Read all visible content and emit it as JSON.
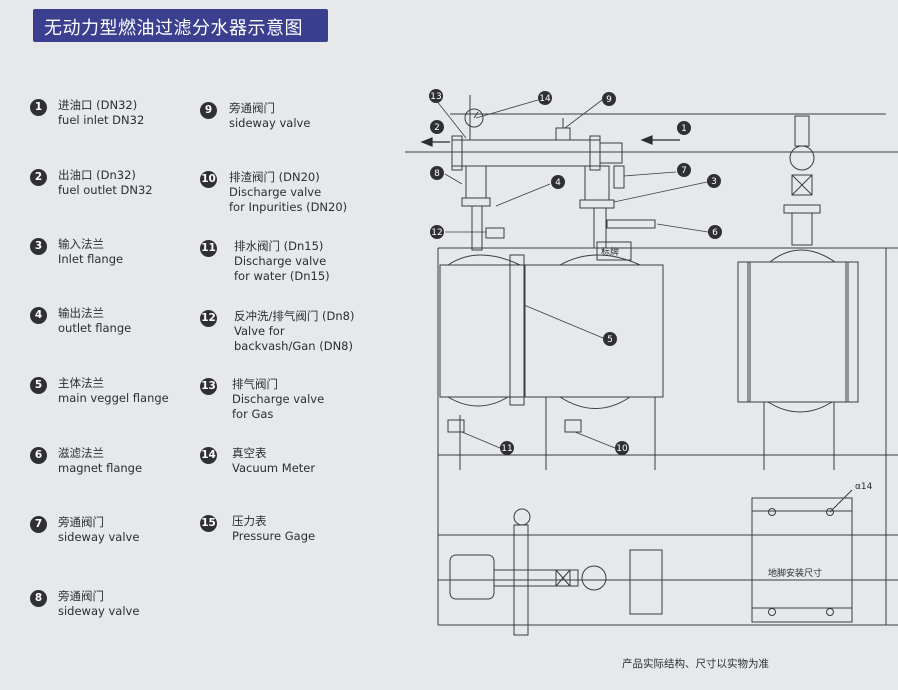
{
  "title": "无动力型燃油过滤分水器示意图",
  "legend": [
    {
      "n": "1",
      "zh": "进油口 (DN32)",
      "en": [
        "fuel inlet  DN32"
      ]
    },
    {
      "n": "2",
      "zh": "出油口 (Dn32)",
      "en": [
        "fuel outlet  DN32"
      ]
    },
    {
      "n": "3",
      "zh": "输入法兰",
      "en": [
        "Inlet flange"
      ]
    },
    {
      "n": "4",
      "zh": "输出法兰",
      "en": [
        "outlet flange"
      ]
    },
    {
      "n": "5",
      "zh": "主体法兰",
      "en": [
        "main veggel flange"
      ]
    },
    {
      "n": "6",
      "zh": "滋滤法兰",
      "en": [
        "magnet flange"
      ]
    },
    {
      "n": "7",
      "zh": "旁通阀门",
      "en": [
        "sideway valve"
      ]
    },
    {
      "n": "8",
      "zh": "旁通阀门",
      "en": [
        "sideway valve"
      ]
    },
    {
      "n": "9",
      "zh": "旁通阀门",
      "en": [
        "sideway valve"
      ]
    },
    {
      "n": "10",
      "zh": "排渣阀门 (DN20)",
      "en": [
        "Discharge valve",
        "for Inpurities (DN20)"
      ]
    },
    {
      "n": "11",
      "zh": "排水阀门 (Dn15)",
      "en": [
        "Discharge valve",
        "for water (Dn15)"
      ]
    },
    {
      "n": "12",
      "zh": "反冲洗/排气阀门 (Dn8)",
      "en": [
        "Valve for",
        "backvash/Gan (DN8)"
      ]
    },
    {
      "n": "13",
      "zh": "排气阀门",
      "en": [
        "Discharge valve",
        "for Gas"
      ]
    },
    {
      "n": "14",
      "zh": "真空表",
      "en": [
        "Vacuum Meter"
      ]
    },
    {
      "n": "15",
      "zh": "压力表",
      "en": [
        "Pressure Gage"
      ]
    }
  ],
  "diagram": {
    "nameplate": "标牌",
    "hole_dim": "α14",
    "foot_caption": "地脚安装尺寸",
    "callouts": {
      "c1": "1",
      "c2": "2",
      "c3": "3",
      "c4": "4",
      "c5": "5",
      "c6": "6",
      "c7": "7",
      "c8": "8",
      "c9": "9",
      "c10": "10",
      "c11": "11",
      "c12": "12",
      "c13": "13",
      "c14": "14"
    }
  },
  "footer": "产品实际结构、尺寸以实物为准"
}
